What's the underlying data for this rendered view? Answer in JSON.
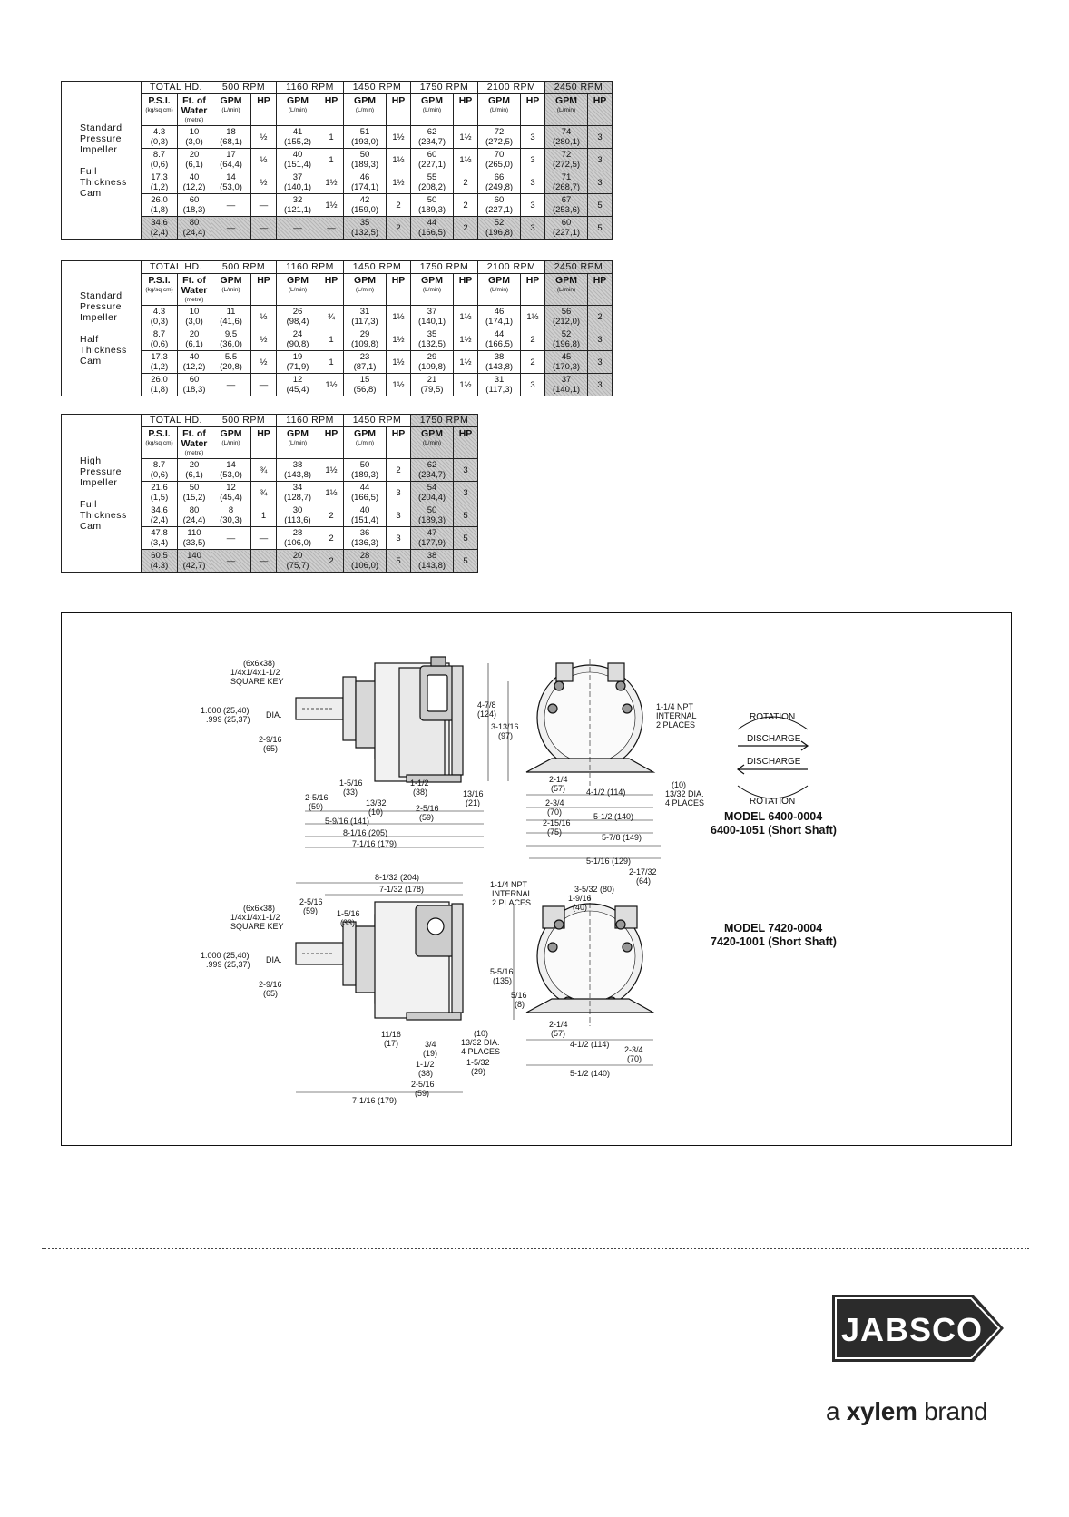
{
  "tables": [
    {
      "name": "table-standard-full",
      "label": [
        "Standard",
        "Pressure",
        "Impeller",
        "Full",
        "Thickness",
        "Cam"
      ],
      "rpms": [
        "500 RPM",
        "1160 RPM",
        "1450 RPM",
        "1750 RPM",
        "2100 RPM",
        "2450 RPM"
      ],
      "shaded_col": 5,
      "rows": [
        {
          "psi": "4.3",
          "kg": "(0,3)",
          "ft": "10",
          "m": "(3,0)",
          "shaded": false,
          "cells": [
            [
              "18",
              "(68,1)",
              "½"
            ],
            [
              "41",
              "(155,2)",
              "1"
            ],
            [
              "51",
              "(193,0)",
              "1½"
            ],
            [
              "62",
              "(234,7)",
              "1½"
            ],
            [
              "72",
              "(272,5)",
              "3"
            ],
            [
              "74",
              "(280,1)",
              "3"
            ]
          ]
        },
        {
          "psi": "8.7",
          "kg": "(0,6)",
          "ft": "20",
          "m": "(6,1)",
          "shaded": false,
          "cells": [
            [
              "17",
              "(64,4)",
              "½"
            ],
            [
              "40",
              "(151,4)",
              "1"
            ],
            [
              "50",
              "(189,3)",
              "1½"
            ],
            [
              "60",
              "(227,1)",
              "1½"
            ],
            [
              "70",
              "(265,0)",
              "3"
            ],
            [
              "72",
              "(272,5)",
              "3"
            ]
          ]
        },
        {
          "psi": "17.3",
          "kg": "(1,2)",
          "ft": "40",
          "m": "(12,2)",
          "shaded": false,
          "cells": [
            [
              "14",
              "(53,0)",
              "½"
            ],
            [
              "37",
              "(140,1)",
              "1½"
            ],
            [
              "46",
              "(174,1)",
              "1½"
            ],
            [
              "55",
              "(208,2)",
              "2"
            ],
            [
              "66",
              "(249,8)",
              "3"
            ],
            [
              "71",
              "(268,7)",
              "3"
            ]
          ]
        },
        {
          "psi": "26.0",
          "kg": "(1,8)",
          "ft": "60",
          "m": "(18,3)",
          "shaded": false,
          "cells": [
            [
              "—",
              "",
              "—"
            ],
            [
              "32",
              "(121,1)",
              "1½"
            ],
            [
              "42",
              "(159,0)",
              "2"
            ],
            [
              "50",
              "(189,3)",
              "2"
            ],
            [
              "60",
              "(227,1)",
              "3"
            ],
            [
              "67",
              "(253,6)",
              "5"
            ]
          ]
        },
        {
          "psi": "34.6",
          "kg": "(2,4)",
          "ft": "80",
          "m": "(24,4)",
          "shaded": true,
          "cells": [
            [
              "—",
              "",
              "—"
            ],
            [
              "—",
              "",
              "—"
            ],
            [
              "35",
              "(132,5)",
              "2"
            ],
            [
              "44",
              "(166,5)",
              "2"
            ],
            [
              "52",
              "(196,8)",
              "3"
            ],
            [
              "60",
              "(227,1)",
              "5"
            ]
          ]
        }
      ]
    },
    {
      "name": "table-standard-half",
      "label": [
        "Standard",
        "Pressure",
        "Impeller",
        "Half",
        "Thickness",
        "Cam"
      ],
      "rpms": [
        "500 RPM",
        "1160 RPM",
        "1450 RPM",
        "1750 RPM",
        "2100 RPM",
        "2450 RPM"
      ],
      "shaded_col": 5,
      "rows": [
        {
          "psi": "4.3",
          "kg": "(0,3)",
          "ft": "10",
          "m": "(3,0)",
          "shaded": false,
          "cells": [
            [
              "11",
              "(41,6)",
              "½"
            ],
            [
              "26",
              "(98,4)",
              "¾"
            ],
            [
              "31",
              "(117,3)",
              "1½"
            ],
            [
              "37",
              "(140,1)",
              "1½"
            ],
            [
              "46",
              "(174,1)",
              "1½"
            ],
            [
              "56",
              "(212,0)",
              "2"
            ]
          ]
        },
        {
          "psi": "8.7",
          "kg": "(0,6)",
          "ft": "20",
          "m": "(6,1)",
          "shaded": false,
          "cells": [
            [
              "9.5",
              "(36,0)",
              "½"
            ],
            [
              "24",
              "(90,8)",
              "1"
            ],
            [
              "29",
              "(109,8)",
              "1½"
            ],
            [
              "35",
              "(132,5)",
              "1½"
            ],
            [
              "44",
              "(166,5)",
              "2"
            ],
            [
              "52",
              "(196,8)",
              "3"
            ]
          ]
        },
        {
          "psi": "17.3",
          "kg": "(1,2)",
          "ft": "40",
          "m": "(12,2)",
          "shaded": false,
          "cells": [
            [
              "5.5",
              "(20,8)",
              "½"
            ],
            [
              "19",
              "(71,9)",
              "1"
            ],
            [
              "23",
              "(87,1)",
              "1½"
            ],
            [
              "29",
              "(109,8)",
              "1½"
            ],
            [
              "38",
              "(143,8)",
              "2"
            ],
            [
              "45",
              "(170,3)",
              "3"
            ]
          ]
        },
        {
          "psi": "26.0",
          "kg": "(1,8)",
          "ft": "60",
          "m": "(18,3)",
          "shaded": false,
          "cells": [
            [
              "—",
              "",
              "—"
            ],
            [
              "12",
              "(45,4)",
              "1½"
            ],
            [
              "15",
              "(56,8)",
              "1½"
            ],
            [
              "21",
              "(79,5)",
              "1½"
            ],
            [
              "31",
              "(117,3)",
              "3"
            ],
            [
              "37",
              "(140,1)",
              "3"
            ]
          ]
        }
      ]
    },
    {
      "name": "table-high-full",
      "label": [
        "High",
        "Pressure",
        "Impeller",
        "Full",
        "Thickness",
        "Cam"
      ],
      "rpms": [
        "500 RPM",
        "1160 RPM",
        "1450 RPM",
        "1750 RPM"
      ],
      "shaded_col": 3,
      "rows": [
        {
          "psi": "8.7",
          "kg": "(0,6)",
          "ft": "20",
          "m": "(6,1)",
          "shaded": false,
          "cells": [
            [
              "14",
              "(53,0)",
              "¾"
            ],
            [
              "38",
              "(143,8)",
              "1½"
            ],
            [
              "50",
              "(189,3)",
              "2"
            ],
            [
              "62",
              "(234,7)",
              "3"
            ]
          ]
        },
        {
          "psi": "21.6",
          "kg": "(1,5)",
          "ft": "50",
          "m": "(15,2)",
          "shaded": false,
          "cells": [
            [
              "12",
              "(45,4)",
              "¾"
            ],
            [
              "34",
              "(128,7)",
              "1½"
            ],
            [
              "44",
              "(166,5)",
              "3"
            ],
            [
              "54",
              "(204,4)",
              "3"
            ]
          ]
        },
        {
          "psi": "34.6",
          "kg": "(2,4)",
          "ft": "80",
          "m": "(24,4)",
          "shaded": false,
          "cells": [
            [
              "8",
              "(30,3)",
              "1"
            ],
            [
              "30",
              "(113,6)",
              "2"
            ],
            [
              "40",
              "(151,4)",
              "3"
            ],
            [
              "50",
              "(189,3)",
              "5"
            ]
          ]
        },
        {
          "psi": "47.8",
          "kg": "(3,4)",
          "ft": "110",
          "m": "(33,5)",
          "shaded": false,
          "cells": [
            [
              "—",
              "",
              "—"
            ],
            [
              "28",
              "(106,0)",
              "2"
            ],
            [
              "36",
              "(136,3)",
              "3"
            ],
            [
              "47",
              "(177,9)",
              "5"
            ]
          ]
        },
        {
          "psi": "60.5",
          "kg": "(4.3)",
          "ft": "140",
          "m": "(42,7)",
          "shaded": true,
          "cells": [
            [
              "—",
              "",
              "—"
            ],
            [
              "20",
              "(75,7)",
              "2"
            ],
            [
              "28",
              "(106,0)",
              "5"
            ],
            [
              "38",
              "(143,8)",
              "5"
            ]
          ]
        }
      ]
    }
  ],
  "headers": {
    "total_hd": "TOTAL HD.",
    "psi": "P.S.I.",
    "psi_unit": "(kg/sq cm)",
    "ft": "Ft. of",
    "ft2": "Water",
    "ft_unit": "(metre)",
    "gpm": "GPM",
    "hp": "HP",
    "lmin": "(L/min)"
  },
  "drawing": {
    "rotation": "ROTATION",
    "discharge": "DISCHARGE",
    "model_a_line1": "MODEL 6400-0004",
    "model_a_line2": "6400-1051 (Short Shaft)",
    "model_b_line1": "MODEL 7420-0004",
    "model_b_line2": "7420-1001 (Short Shaft)",
    "dims_a": {
      "key1": "(6x6x38)",
      "key2": "1/4x1/4x1-1/2",
      "key3": "SQUARE KEY",
      "dia1": "1.000 (25,40)",
      "dia2": ".999 (25,37)",
      "dia_lbl": "DIA.",
      "d1": "2-9/16",
      "d1m": "(65)",
      "d2": "1-5/16",
      "d2m": "(33)",
      "d3": "1-1/2",
      "d3m": "(38)",
      "d4": "2-5/16",
      "d4m": "(59)",
      "d5": "13/32",
      "d5m": "(10)",
      "d6": "13/16",
      "d6m": "(21)",
      "d7": "2-5/16",
      "d7m": "(59)",
      "d8": "5-9/16 (141)",
      "d9": "8-1/16 (205)",
      "d10": "7-1/16 (179)",
      "h1": "4-7/8",
      "h1m": "(124)",
      "h2": "3-13/16",
      "h2m": "(97)",
      "npt1": "1-1/4 NPT",
      "npt2": "INTERNAL",
      "npt3": "2 PLACES",
      "e1": "2-1/4",
      "e1m": "(57)",
      "e2": "2-3/4",
      "e2m": "(70)",
      "e3": "4-1/2 (114)",
      "e4": "2-15/16",
      "e4m": "(75)",
      "e5": "5-1/2 (140)",
      "e6": "5-7/8 (149)",
      "hole1": "(10)",
      "hole2": "13/32 DIA.",
      "hole3": "4 PLACES"
    },
    "dims_b": {
      "t1": "8-1/32 (204)",
      "t2": "7-1/32 (178)",
      "t3": "2-5/16",
      "t3m": "(59)",
      "t4": "1-5/16",
      "t4m": "(33)",
      "key1": "(6x6x38)",
      "key2": "1/4x1/4x1-1/2",
      "key3": "SQUARE KEY",
      "dia1": "1.000 (25,40)",
      "dia2": ".999 (25,37)",
      "dia_lbl": "DIA.",
      "d1": "2-9/16",
      "d1m": "(65)",
      "b1": "11/16",
      "b1m": "(17)",
      "b2": "3/4",
      "b2m": "(19)",
      "b3": "1-1/2",
      "b3m": "(38)",
      "b4": "2-5/16",
      "b4m": "(59)",
      "b5": "7-1/16 (179)",
      "hole1": "(10)",
      "hole2": "13/32 DIA.",
      "hole3": "4 PLACES",
      "b6": "1-5/32",
      "b6m": "(29)",
      "npt1": "1-1/4 NPT",
      "npt2": "INTERNAL",
      "npt3": "2 PLACES",
      "r1": "5-1/16 (129)",
      "r2": "2-17/32",
      "r2m": "(64)",
      "r3": "3-5/32 (80)",
      "r4": "1-9/16",
      "r4m": "(40)",
      "h1": "5-5/16",
      "h1m": "(135)",
      "h2": "5/16",
      "h2m": "(8)",
      "e1": "2-1/4",
      "e1m": "(57)",
      "e3": "4-1/2 (114)",
      "e2": "2-3/4",
      "e2m": "(70)",
      "e5": "5-1/2 (140)"
    }
  },
  "brand": {
    "logo": "JABSCO",
    "tag_a": "a",
    "tag_b": "xylem",
    "tag_c": "brand"
  },
  "colors": {
    "shade": "#cfcfcf",
    "ink": "#111111"
  }
}
